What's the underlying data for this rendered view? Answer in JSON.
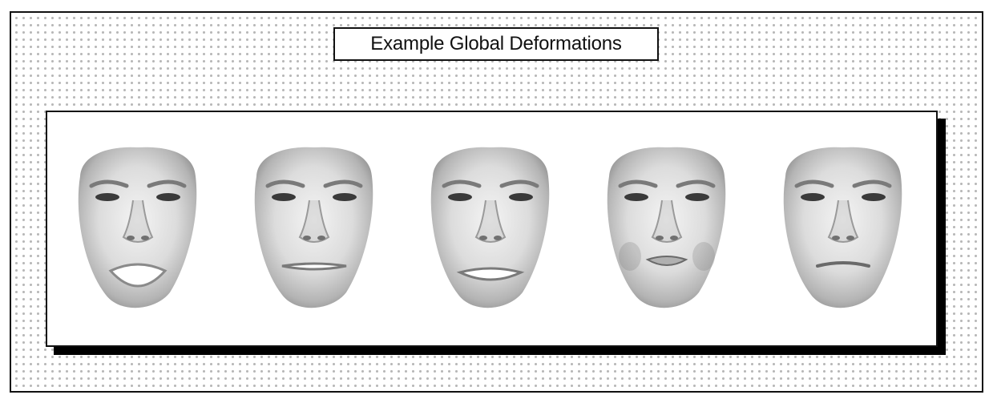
{
  "title": "Example Global Deformations",
  "colors": {
    "border": "#111111",
    "dots": "#b8b8b8",
    "shadow": "#000000",
    "skin_light": "#f2f2f2",
    "skin_dark": "#8a8a8a"
  },
  "faces": [
    {
      "mouth": "open-wide"
    },
    {
      "mouth": "slightly-open"
    },
    {
      "mouth": "smile-open"
    },
    {
      "mouth": "pout"
    },
    {
      "mouth": "frown"
    }
  ]
}
